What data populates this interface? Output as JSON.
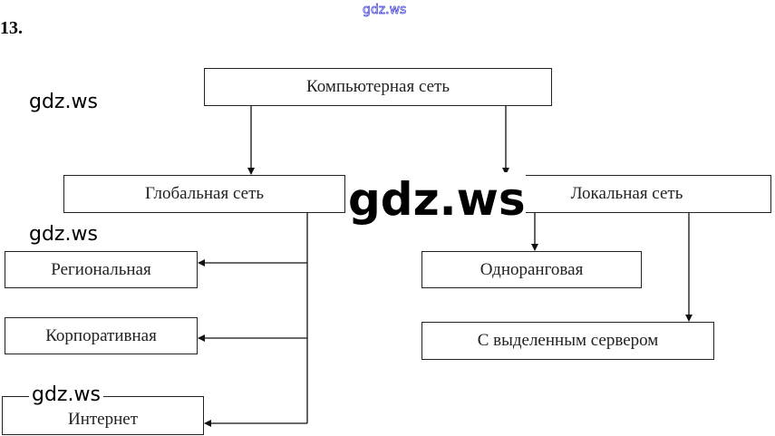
{
  "task_number": "13.",
  "watermarks": {
    "top": "gdz.ws",
    "left1": "gdz.ws",
    "center": "gdz.ws",
    "left2": "gdz.ws",
    "left3": "gdz.ws"
  },
  "nodes": {
    "root": "Компьютерная сеть",
    "global": "Глобальная сеть",
    "local": "Локальная сеть",
    "regional": "Региональная",
    "corporate": "Корпоративная",
    "internet": "Интернет",
    "peer": "Одноранговая",
    "server": "С выделенным сервером"
  }
}
